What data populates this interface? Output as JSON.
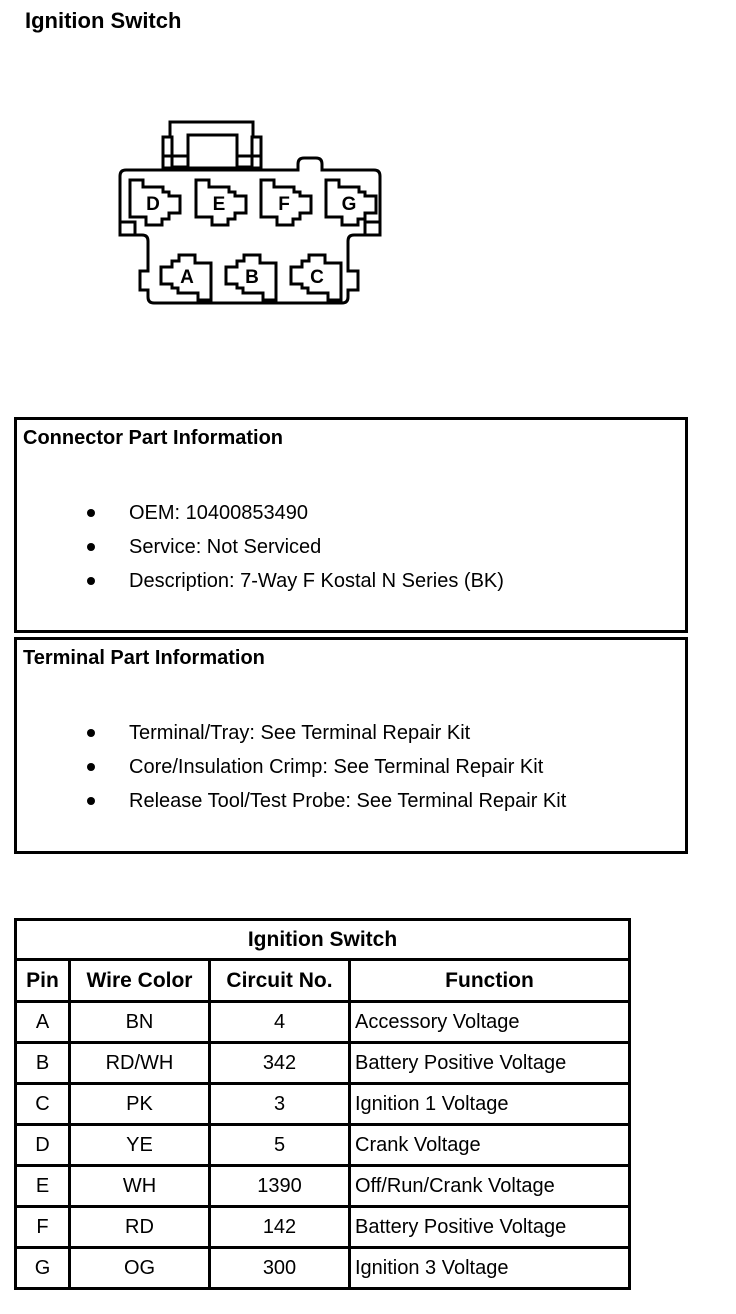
{
  "page": {
    "title": "Ignition Switch"
  },
  "colors": {
    "ink": "#000000",
    "paper": "#ffffff"
  },
  "connector": {
    "pins_top": [
      "D",
      "E",
      "F",
      "G"
    ],
    "pins_bottom": [
      "A",
      "B",
      "C"
    ]
  },
  "connector_info": {
    "title": "Connector Part Information",
    "items": [
      "OEM: 10400853490",
      "Service: Not Serviced",
      "Description: 7-Way F Kostal N Series (BK)"
    ]
  },
  "terminal_info": {
    "title": "Terminal Part Information",
    "items": [
      "Terminal/Tray: See Terminal Repair Kit",
      "Core/Insulation Crimp: See Terminal Repair Kit",
      "Release Tool/Test Probe: See Terminal Repair Kit"
    ]
  },
  "pin_table": {
    "title": "Ignition Switch",
    "headers": [
      "Pin",
      "Wire Color",
      "Circuit No.",
      "Function"
    ],
    "rows": [
      {
        "pin": "A",
        "wire_color": "BN",
        "circuit_no": "4",
        "function": "Accessory Voltage"
      },
      {
        "pin": "B",
        "wire_color": "RD/WH",
        "circuit_no": "342",
        "function": "Battery Positive Voltage"
      },
      {
        "pin": "C",
        "wire_color": "PK",
        "circuit_no": "3",
        "function": "Ignition 1 Voltage"
      },
      {
        "pin": "D",
        "wire_color": "YE",
        "circuit_no": "5",
        "function": "Crank Voltage"
      },
      {
        "pin": "E",
        "wire_color": "WH",
        "circuit_no": "1390",
        "function": "Off/Run/Crank Voltage"
      },
      {
        "pin": "F",
        "wire_color": "RD",
        "circuit_no": "142",
        "function": "Battery Positive Voltage"
      },
      {
        "pin": "G",
        "wire_color": "OG",
        "circuit_no": "300",
        "function": "Ignition 3 Voltage"
      }
    ]
  }
}
